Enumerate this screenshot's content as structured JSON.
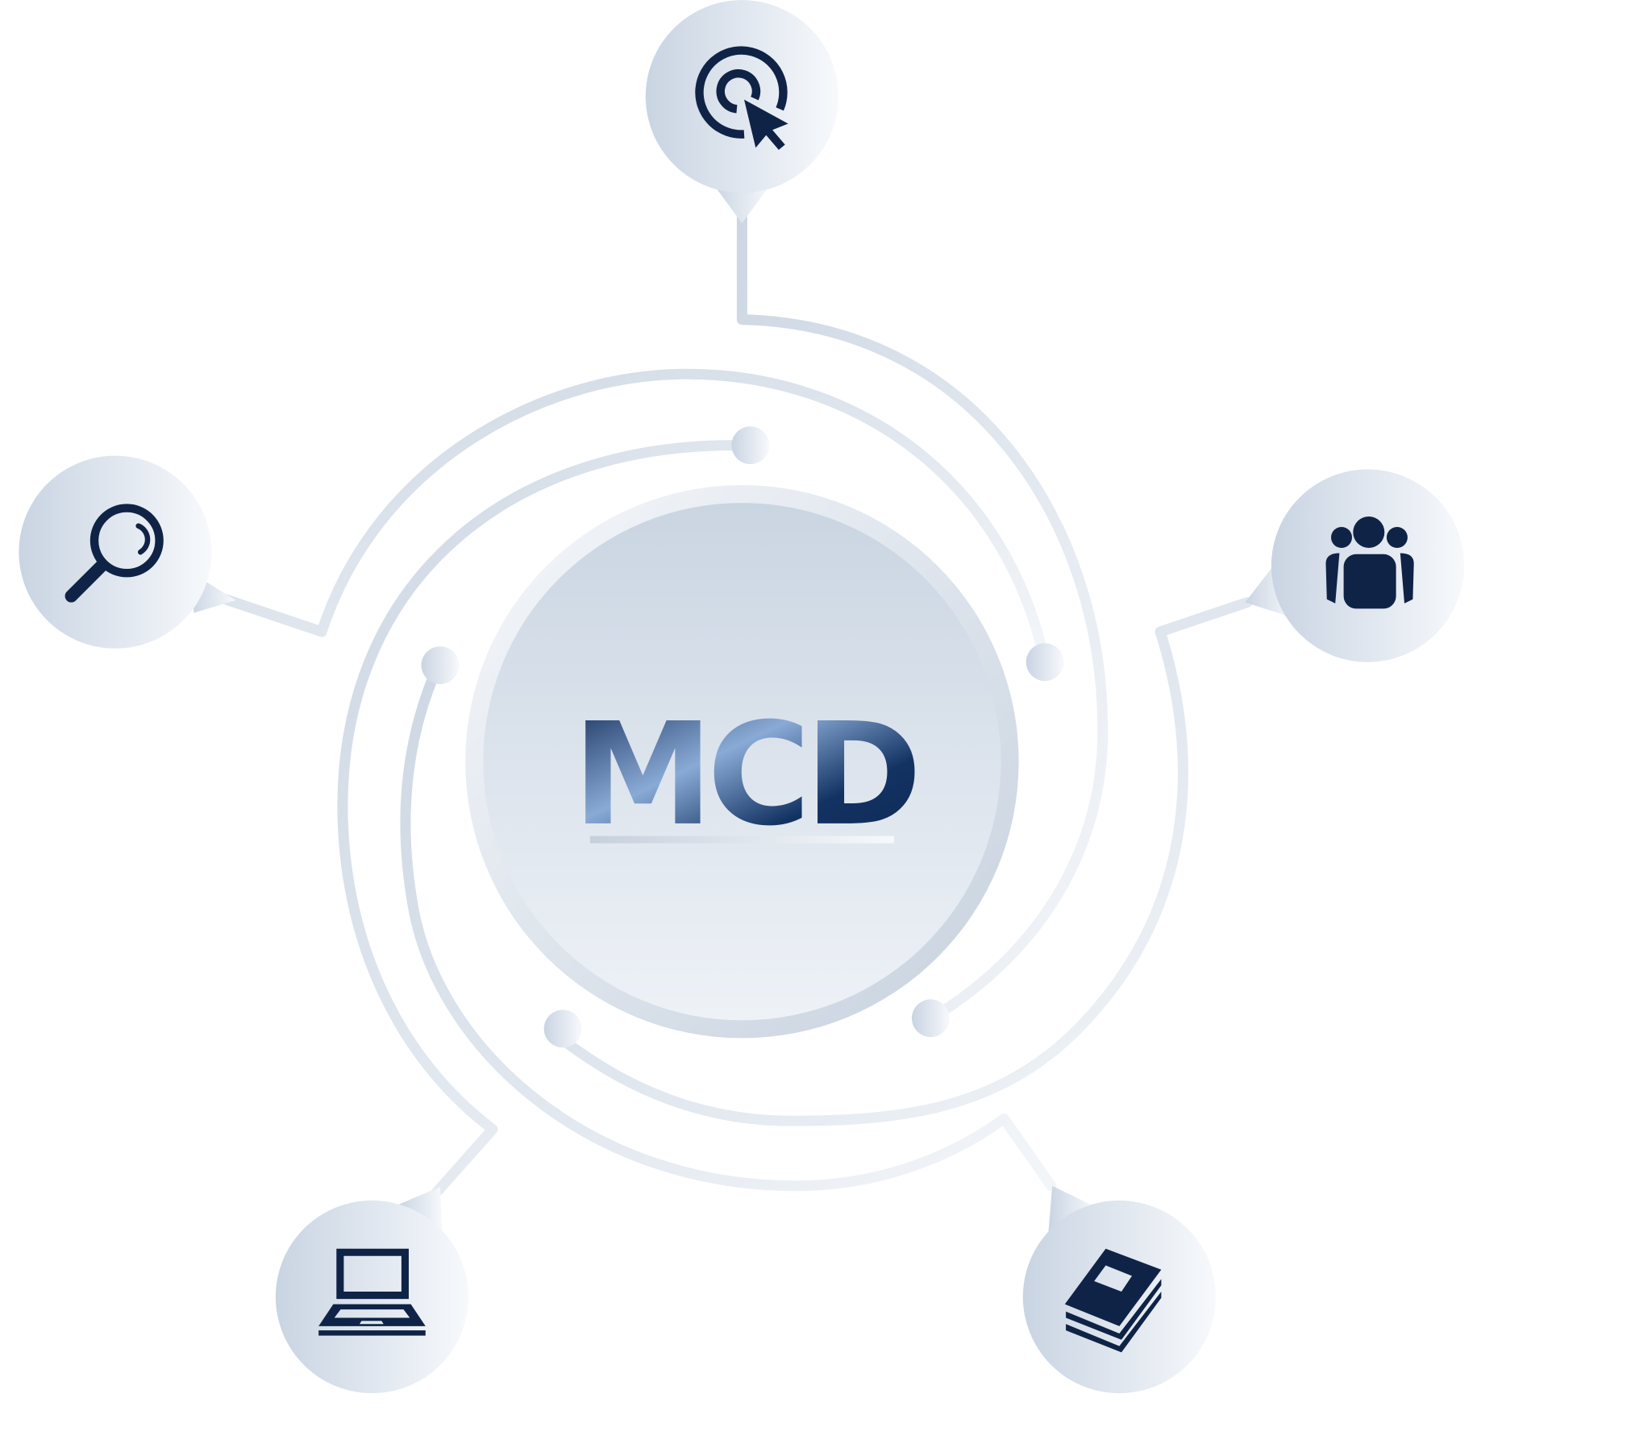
{
  "logo": {
    "text": "MCD"
  },
  "nodes": [
    {
      "id": "top",
      "icon": "target-click-icon"
    },
    {
      "id": "left",
      "icon": "search-icon"
    },
    {
      "id": "right",
      "icon": "people-icon"
    },
    {
      "id": "bottom-left",
      "icon": "laptop-icon"
    },
    {
      "id": "bottom-right",
      "icon": "books-icon"
    }
  ],
  "colors": {
    "icon": "#0f2346",
    "line": "#d3dbe6",
    "bubble_dark": "#c8d3e1",
    "bubble_light": "#f6f8fb"
  }
}
